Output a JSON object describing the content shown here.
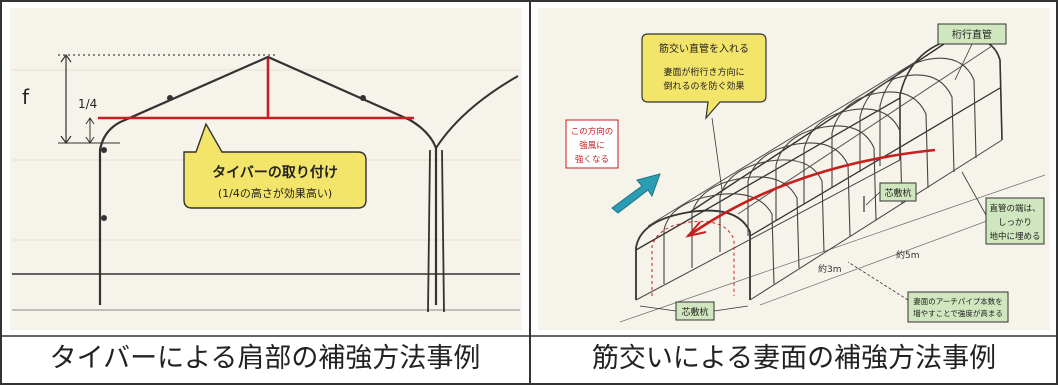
{
  "left": {
    "label_f": "f",
    "label_quarter": "1/4",
    "callout_title": "タイバーの取り付け",
    "callout_sub": "(1/4の高さが効果高い)",
    "caption": "タイバーによる肩部の補強方法事例"
  },
  "right": {
    "label_top": "桁行直管",
    "callout_title": "筋交い直管を入れる",
    "callout_sub_line1": "妻面が桁行き方向に",
    "callout_sub_line2": "倒れるのを防ぐ効果",
    "direction_line1": "この方向の",
    "direction_line2": "強風に",
    "direction_line3": "強くなる",
    "label_corner_pile": "芯敷杭",
    "label_base_pile": "芯敷杭",
    "anchor_line1": "直管の端は、",
    "anchor_line2": "しっかり",
    "anchor_line3": "地中に埋める",
    "label_len_a": "約5m",
    "label_len_b": "約3m",
    "note_line1": "妻面のアーチパイプ本数を",
    "note_line2": "増やすことで強度が高まる",
    "caption": "筋交いによる妻面の補強方法事例"
  },
  "colors": {
    "red": "#c81e1e",
    "callout_fill": "#f3e46a",
    "note_fill": "#cfe6bf",
    "arrow_teal": "#2a9db3",
    "frame": "#333333"
  }
}
